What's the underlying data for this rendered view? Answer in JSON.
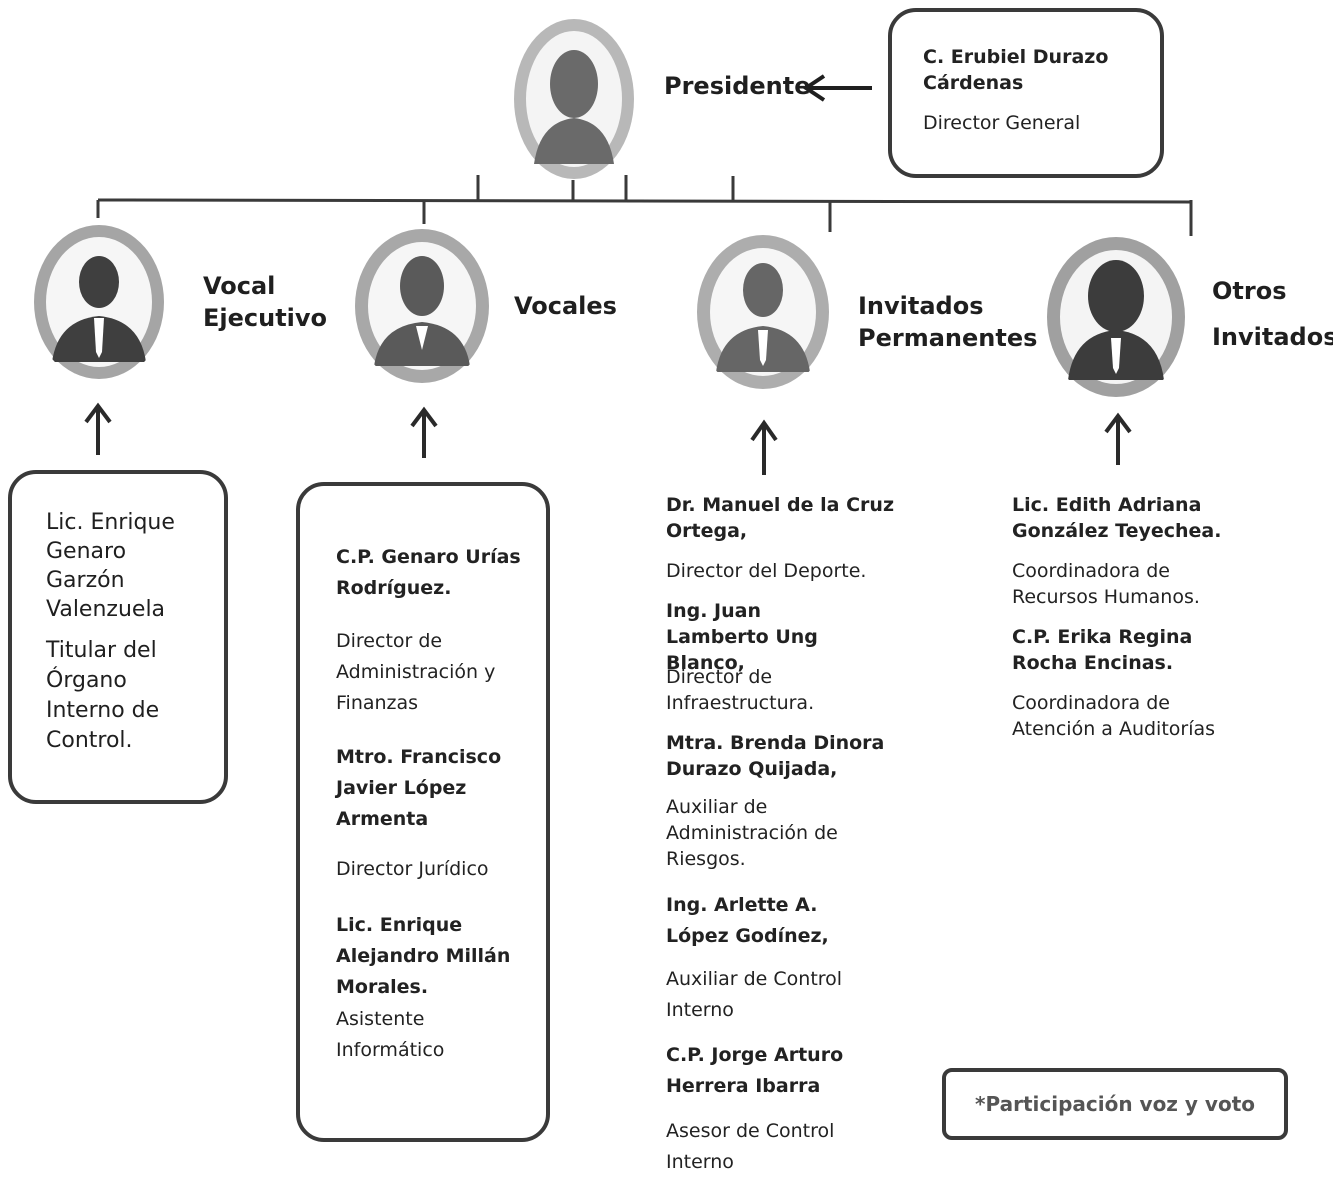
{
  "president": {
    "role": "Presidente",
    "name": "C. Erubiel Durazo Cárdenas",
    "title": "Director General"
  },
  "columns": [
    {
      "role_line1": "Vocal",
      "role_line2": "Ejecutivo",
      "members": [
        {
          "name": "Lic. Enrique Genaro Garzón Valenzuela",
          "title": "Titular del Órgano Interno de Control."
        }
      ]
    },
    {
      "role_line1": "Vocales",
      "role_line2": "",
      "members": [
        {
          "name": "C.P. Genaro Urías Rodríguez.",
          "title": "Director de Administración y Finanzas"
        },
        {
          "name": "Mtro. Francisco Javier López Armenta",
          "title": "Director Jurídico"
        },
        {
          "name": "Lic. Enrique Alejandro Millán Morales.",
          "title": "Asistente Informático"
        }
      ]
    },
    {
      "role_line1": "Invitados",
      "role_line2": "Permanentes",
      "members": [
        {
          "name": "Dr. Manuel de la Cruz Ortega,",
          "title": "Director del Deporte."
        },
        {
          "name": "Ing. Juan Lamberto Ung Blanco,",
          "title": "Director de Infraestructura."
        },
        {
          "name": "Mtra. Brenda Dinora Durazo Quijada,",
          "title": "Auxiliar de Administración de Riesgos."
        },
        {
          "name": "Ing. Arlette A. López Godínez,",
          "title": "Auxiliar de Control Interno"
        },
        {
          "name": "C.P. Jorge Arturo Herrera Ibarra",
          "title": "Asesor de Control Interno"
        }
      ]
    },
    {
      "role_line1": "Otros",
      "role_line2": "Invitados",
      "members": [
        {
          "name": "Lic. Edith Adriana González Teyechea.",
          "title": "Coordinadora de Recursos Humanos."
        },
        {
          "name": "C.P. Erika Regina Rocha Encinas.",
          "title": "Coordinadora de Atención a Auditorías"
        }
      ]
    }
  ],
  "note": "*Participación voz y voto",
  "colors": {
    "line": "#3a3a3a",
    "portrait_ring": "#9a9a9a",
    "silhouette": "#4a4a4a",
    "text": "#1f1f1f"
  },
  "icons": [
    "person-silhouette-icon",
    "arrow-up-icon",
    "arrow-left-icon"
  ]
}
